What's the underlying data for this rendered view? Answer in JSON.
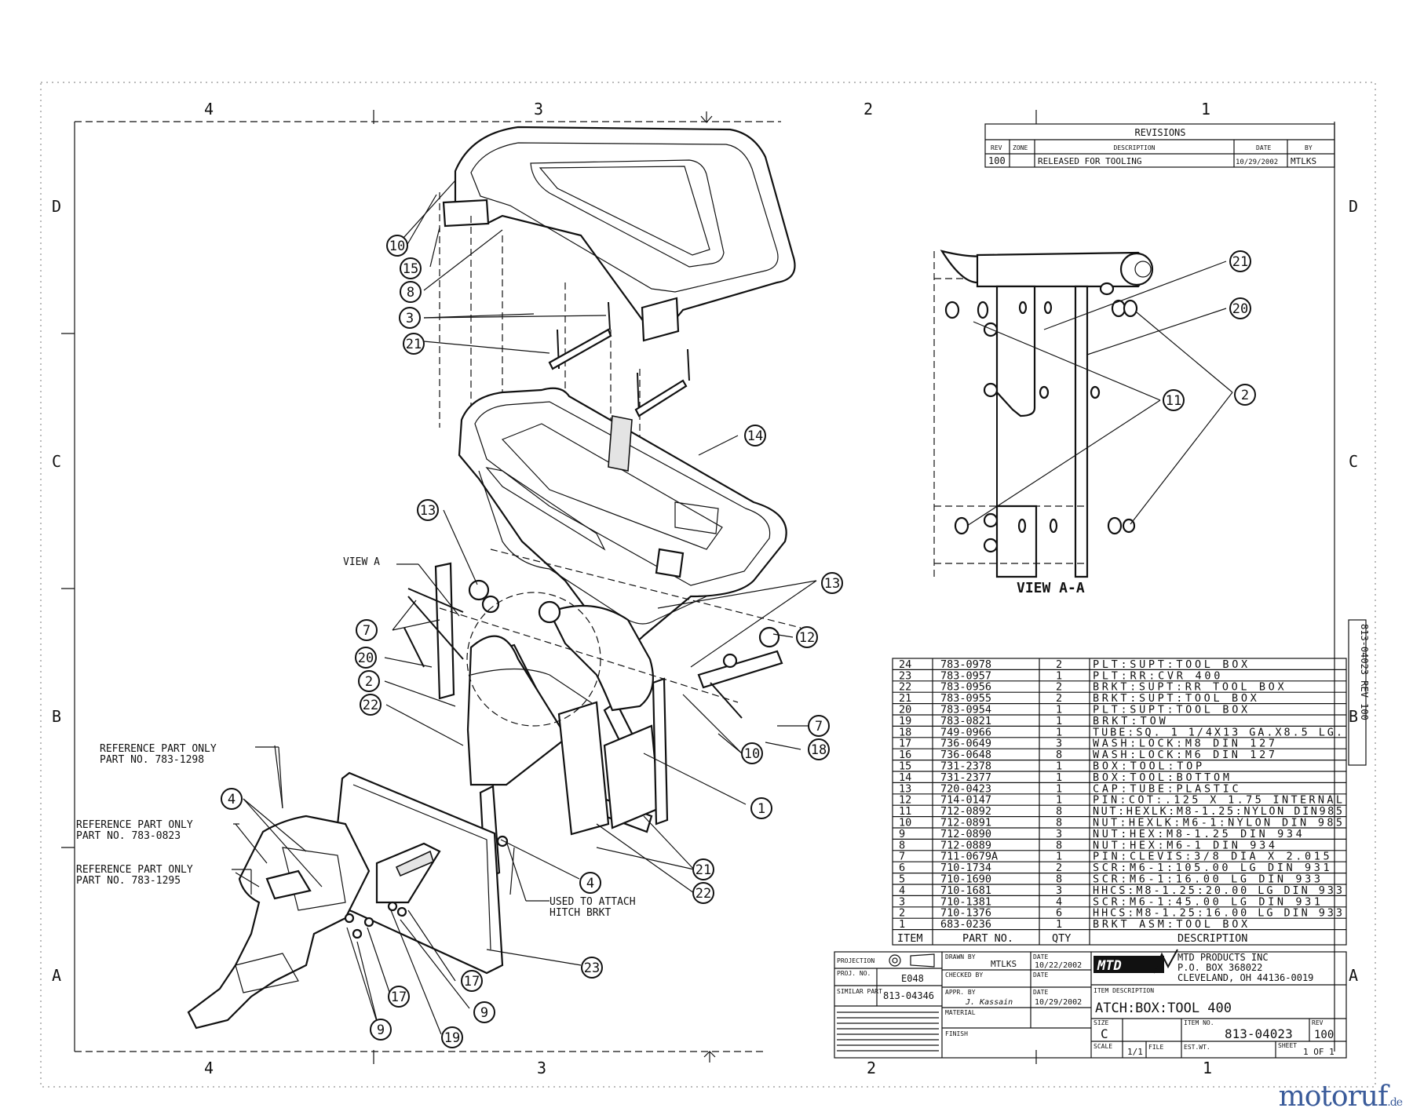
{
  "border": {
    "zones_top": [
      "4",
      "3",
      "2",
      "1"
    ],
    "zones_bottom": [
      "4",
      "3",
      "2",
      "1"
    ],
    "zones_left": [
      "D",
      "C",
      "B",
      "A"
    ],
    "zones_right": [
      "D",
      "C",
      "B",
      "A"
    ]
  },
  "revisions": {
    "title": "REVISIONS",
    "headers": [
      "REV",
      "ZONE",
      "DESCRIPTION",
      "DATE",
      "BY"
    ],
    "rows": [
      {
        "rev": "100",
        "zone": "",
        "description": "RELEASED FOR TOOLING",
        "date": "10/29/2002",
        "by": "MTLKS"
      }
    ]
  },
  "callouts": {
    "exploded": [
      "10",
      "15",
      "8",
      "3",
      "21",
      "14",
      "13",
      "13",
      "12",
      "7",
      "20",
      "2",
      "22",
      "7",
      "18",
      "10",
      "1",
      "4",
      "4",
      "21",
      "22",
      "23",
      "17",
      "17",
      "9",
      "9",
      "19"
    ],
    "view": [
      "21",
      "20",
      "11",
      "2"
    ]
  },
  "notes": {
    "view_a": "VIEW A",
    "ref1_line1": "REFERENCE PART ONLY",
    "ref1_line2": "PART NO. 783-1298",
    "ref2_line1": "REFERENCE PART ONLY",
    "ref2_line2": "PART NO. 783-0823",
    "ref3_line1": "REFERENCE PART ONLY",
    "ref3_line2": "PART NO. 783-1295",
    "used1": "USED TO ATTACH",
    "used2": "HITCH BRKT",
    "view_label": "VIEW A-A"
  },
  "bom": {
    "headers": {
      "item": "ITEM",
      "part": "PART NO.",
      "qty": "QTY",
      "desc": "DESCRIPTION"
    },
    "rows": [
      {
        "item": "24",
        "part": "783-0978",
        "qty": "2",
        "desc": "PLT:SUPT:TOOL BOX"
      },
      {
        "item": "23",
        "part": "783-0957",
        "qty": "1",
        "desc": "PLT:RR:CVR 400"
      },
      {
        "item": "22",
        "part": "783-0956",
        "qty": "2",
        "desc": "BRKT:SUPT:RR TOOL BOX"
      },
      {
        "item": "21",
        "part": "783-0955",
        "qty": "2",
        "desc": "BRKT:SUPT:TOOL BOX"
      },
      {
        "item": "20",
        "part": "783-0954",
        "qty": "1",
        "desc": "PLT:SUPT:TOOL BOX"
      },
      {
        "item": "19",
        "part": "783-0821",
        "qty": "1",
        "desc": "BRKT:TOW"
      },
      {
        "item": "18",
        "part": "749-0966",
        "qty": "1",
        "desc": "TUBE:SQ. 1 1/4X13 GA.X8.5 LG."
      },
      {
        "item": "17",
        "part": "736-0649",
        "qty": "3",
        "desc": "WASH:LOCK:M8 DIN 127"
      },
      {
        "item": "16",
        "part": "736-0648",
        "qty": "8",
        "desc": "WASH:LOCK:M6 DIN 127"
      },
      {
        "item": "15",
        "part": "731-2378",
        "qty": "1",
        "desc": "BOX:TOOL:TOP"
      },
      {
        "item": "14",
        "part": "731-2377",
        "qty": "1",
        "desc": "BOX:TOOL:BOTTOM"
      },
      {
        "item": "13",
        "part": "720-0423",
        "qty": "1",
        "desc": "CAP:TUBE:PLASTIC"
      },
      {
        "item": "12",
        "part": "714-0147",
        "qty": "1",
        "desc": "PIN:COT:.125 X 1.75 INTERNAL"
      },
      {
        "item": "11",
        "part": "712-0892",
        "qty": "8",
        "desc": "NUT:HEXLK:M8-1.25:NYLON DIN985"
      },
      {
        "item": "10",
        "part": "712-0891",
        "qty": "8",
        "desc": "NUT:HEXLK:M6-1:NYLON DIN 985"
      },
      {
        "item": "9",
        "part": "712-0890",
        "qty": "3",
        "desc": "NUT:HEX:M8-1.25 DIN 934"
      },
      {
        "item": "8",
        "part": "712-0889",
        "qty": "8",
        "desc": "NUT:HEX:M6-1 DIN 934"
      },
      {
        "item": "7",
        "part": "711-0679A",
        "qty": "1",
        "desc": "PIN:CLEVIS:3/8 DIA X 2.015"
      },
      {
        "item": "6",
        "part": "710-1734",
        "qty": "2",
        "desc": "SCR:M6-1:105.00 LG DIN 931"
      },
      {
        "item": "5",
        "part": "710-1690",
        "qty": "8",
        "desc": "SCR:M6-1:16.00 LG DIN 933"
      },
      {
        "item": "4",
        "part": "710-1681",
        "qty": "3",
        "desc": "HHCS:M8-1.25:20.00 LG DIN 933"
      },
      {
        "item": "3",
        "part": "710-1381",
        "qty": "4",
        "desc": "SCR:M6-1:45.00 LG DIN 931"
      },
      {
        "item": "2",
        "part": "710-1376",
        "qty": "6",
        "desc": "HHCS:M8-1.25:16.00 LG DIN 933"
      },
      {
        "item": "1",
        "part": "683-0236",
        "qty": "1",
        "desc": "BRKT ASM:TOOL BOX"
      }
    ]
  },
  "title_block": {
    "projection_label": "PROJECTION",
    "proj_no_label": "PROJ. NO.",
    "proj_no": "E048",
    "similar_part_label": "SIMILAR PART",
    "similar_part": "813-04346",
    "drawn_by_label": "DRAWN BY",
    "drawn_by": "MTLKS",
    "checked_by_label": "CHECKED BY",
    "appr_by_label": "APPR. BY",
    "appr_by": "J. Kassain",
    "material_label": "MATERIAL",
    "finish_label": "FINISH",
    "date_label": "DATE",
    "date1": "10/22/2002",
    "date2": "10/29/2002",
    "company1": "MTD PRODUCTS INC",
    "company2": "P.O. BOX 368022",
    "company3": "CLEVELAND, OH 44136-0019",
    "item_desc_label": "ITEM DESCRIPTION",
    "item_desc": "ATCH:BOX:TOOL 400",
    "size_label": "SIZE",
    "size": "C",
    "item_no_label": "ITEM NO.",
    "item_no": "813-04023",
    "rev_label": "REV",
    "rev": "100",
    "scale_label": "SCALE",
    "scale": "1/1",
    "file_label": "FILE",
    "est_wt_label": "EST.WT.",
    "sheet_label": "SHEET",
    "sheet": "1 OF 1",
    "side_tag": "813-04023 REV 100"
  },
  "watermark": {
    "brand": "motoruf",
    "suffix": ".de"
  }
}
